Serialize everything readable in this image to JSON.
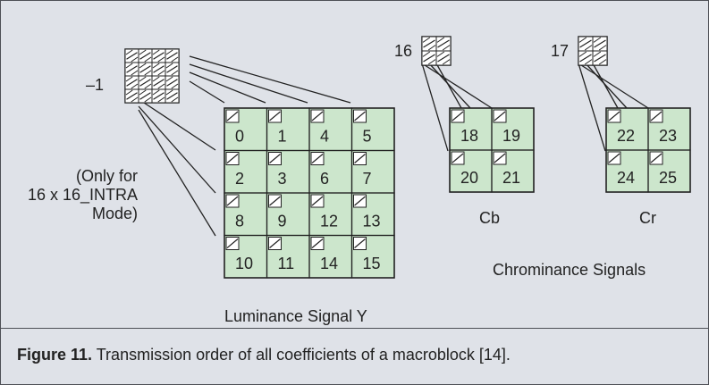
{
  "labels": {
    "dc_y": "–1",
    "dc_cb": "16",
    "dc_cr": "17",
    "note": [
      "(Only for",
      "16 x 16_INTRA",
      "Mode)"
    ],
    "cb": "Cb",
    "cr": "Cr",
    "chroma": "Chrominance Signals",
    "luma": "Luminance Signal Y"
  },
  "caption": {
    "label": "Figure 11.",
    "text": "Transmission order of all coefficients of a macroblock [14]."
  },
  "blocks": {
    "luma": [
      [
        "0",
        "1",
        "4",
        "5"
      ],
      [
        "2",
        "3",
        "6",
        "7"
      ],
      [
        "8",
        "9",
        "12",
        "13"
      ],
      [
        "10",
        "11",
        "14",
        "15"
      ]
    ],
    "cb": [
      [
        "18",
        "19"
      ],
      [
        "20",
        "21"
      ]
    ],
    "cr": [
      [
        "22",
        "23"
      ],
      [
        "24",
        "25"
      ]
    ]
  },
  "colors": {
    "cell_fill": "#cce6cc",
    "outline": "#222222",
    "background": "#dfe2e8"
  }
}
